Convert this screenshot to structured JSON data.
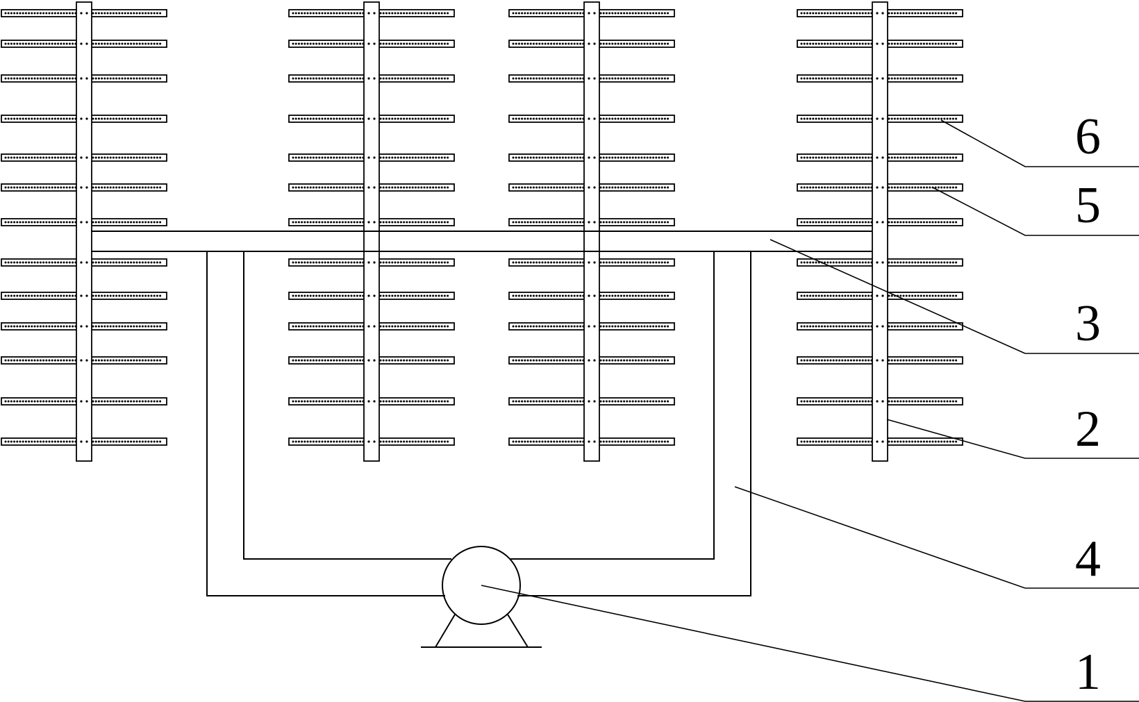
{
  "figure": {
    "components": [
      {
        "id": "pump",
        "label": "1"
      },
      {
        "id": "riser-pipe",
        "label": "2"
      },
      {
        "id": "manifold-pipe",
        "label": "3"
      },
      {
        "id": "supply-loop-pipe",
        "label": "4"
      },
      {
        "id": "spray-bar",
        "label": "5"
      },
      {
        "id": "nozzle-holes",
        "label": "6"
      }
    ],
    "columns": 4,
    "bars_per_side": 13
  }
}
